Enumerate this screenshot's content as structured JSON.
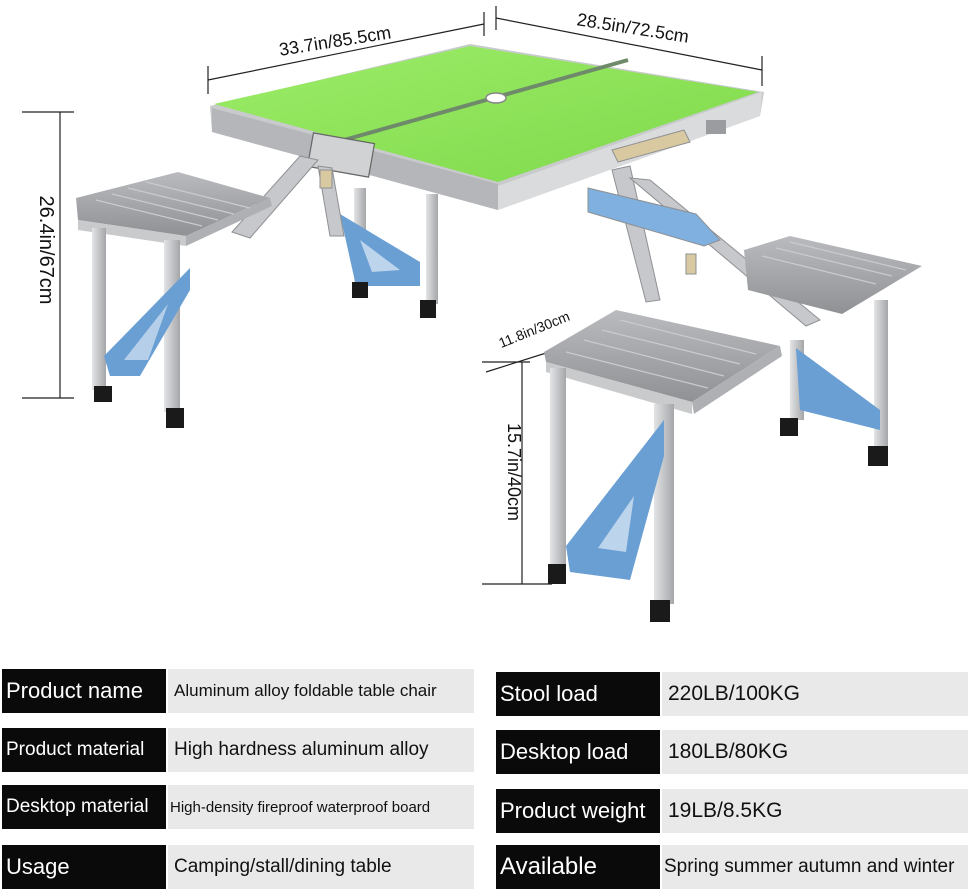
{
  "dimensions": {
    "length": "33.7in/85.5cm",
    "width": "28.5in/72.5cm",
    "table_height": "26.4in/67cm",
    "seat_width": "11.8in/30cm",
    "seat_height": "15.7in/40cm"
  },
  "colors": {
    "tabletop": "#8fe65a",
    "frame": "#c8cacc",
    "seat": "#a9abad",
    "bracket": "#6a9fd4",
    "foot": "#1a1a1a"
  },
  "specs": {
    "left": [
      {
        "label": "Product name",
        "value": "Aluminum alloy foldable table chair"
      },
      {
        "label": "Product material",
        "value": "High hardness aluminum alloy"
      },
      {
        "label": "Desktop material",
        "value": "High-density fireproof waterproof board"
      },
      {
        "label": "Usage",
        "value": "Camping/stall/dining table"
      }
    ],
    "right": [
      {
        "label": "Stool load",
        "value": "220LB/100KG"
      },
      {
        "label": "Desktop load",
        "value": "180LB/80KG"
      },
      {
        "label": "Product weight",
        "value": "19LB/8.5KG"
      },
      {
        "label": "Available",
        "value": "Spring summer autumn and winter"
      }
    ]
  }
}
